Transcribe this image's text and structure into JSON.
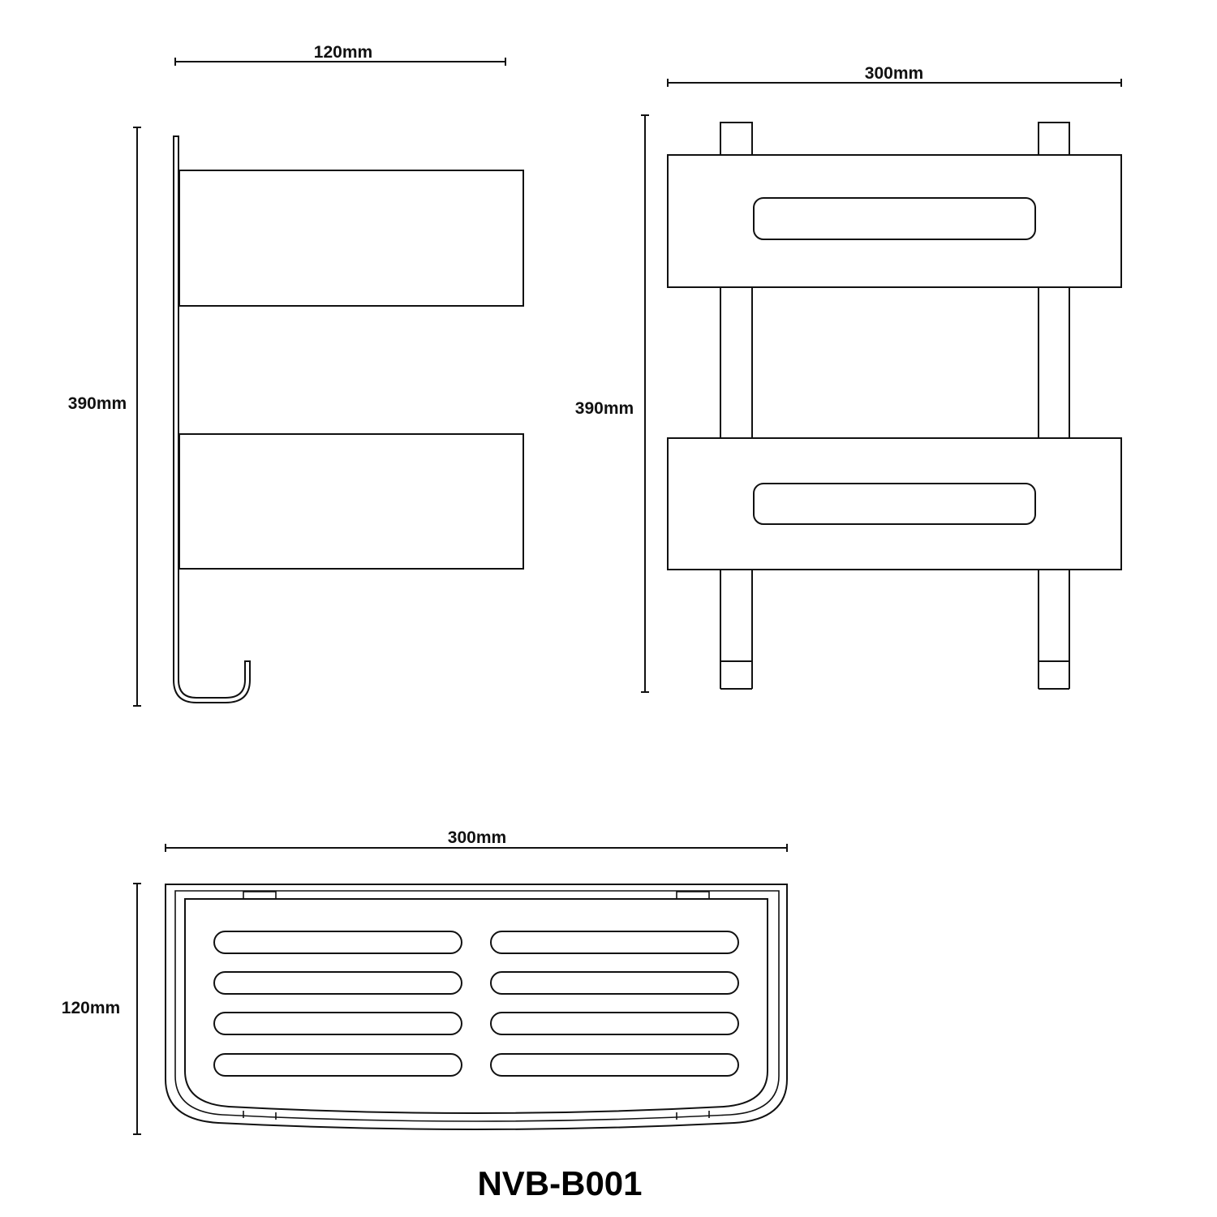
{
  "side_view": {
    "width_label": "120mm",
    "height_label": "390mm"
  },
  "front_view": {
    "width_label": "300mm",
    "height_label": "390mm"
  },
  "top_view": {
    "width_label": "300mm",
    "depth_label": "120mm"
  },
  "model_number": "NVB-B001",
  "colors": {
    "line": "#111111",
    "background": "#ffffff"
  }
}
